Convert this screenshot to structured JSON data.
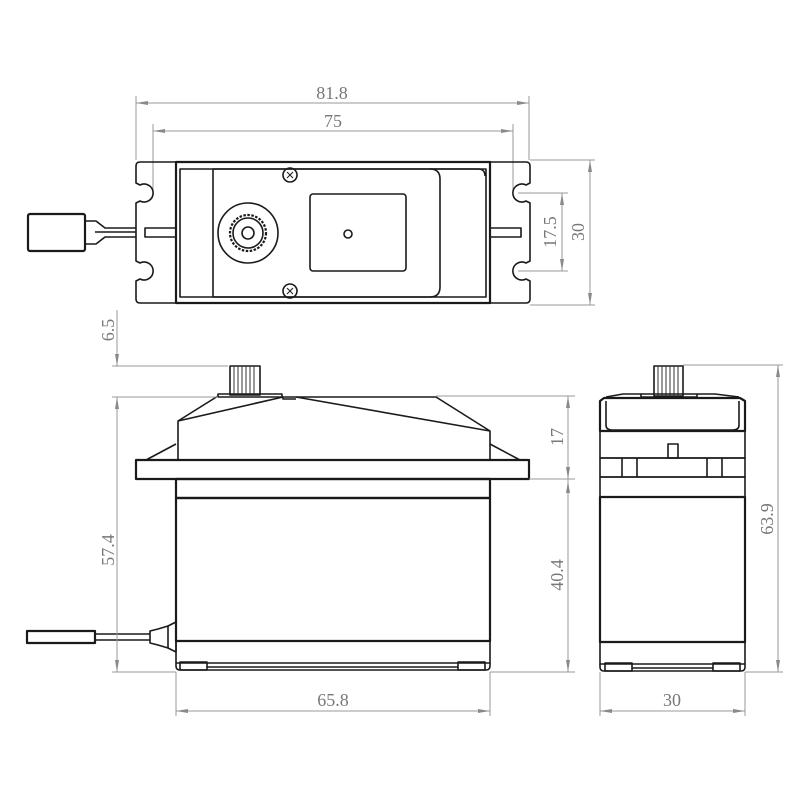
{
  "drawing": {
    "subject": "servo",
    "colors": {
      "outline": "#1a1a1a",
      "dimension_line": "#9a9a9a",
      "dimension_text": "#777777",
      "background": "#ffffff"
    },
    "views": {
      "top": {
        "dimensions": {
          "overall_length": "81.8",
          "mount_hole_spacing": "75",
          "mount_hole_vertical_spacing": "17.5",
          "width": "30"
        }
      },
      "side": {
        "dimensions": {
          "spline_height": "6.5",
          "upper_height": "17",
          "total_below_spline": "57.4",
          "lower_body_height": "40.4",
          "body_length": "65.8"
        }
      },
      "end": {
        "dimensions": {
          "overall_height": "63.9",
          "width": "30"
        }
      }
    }
  }
}
